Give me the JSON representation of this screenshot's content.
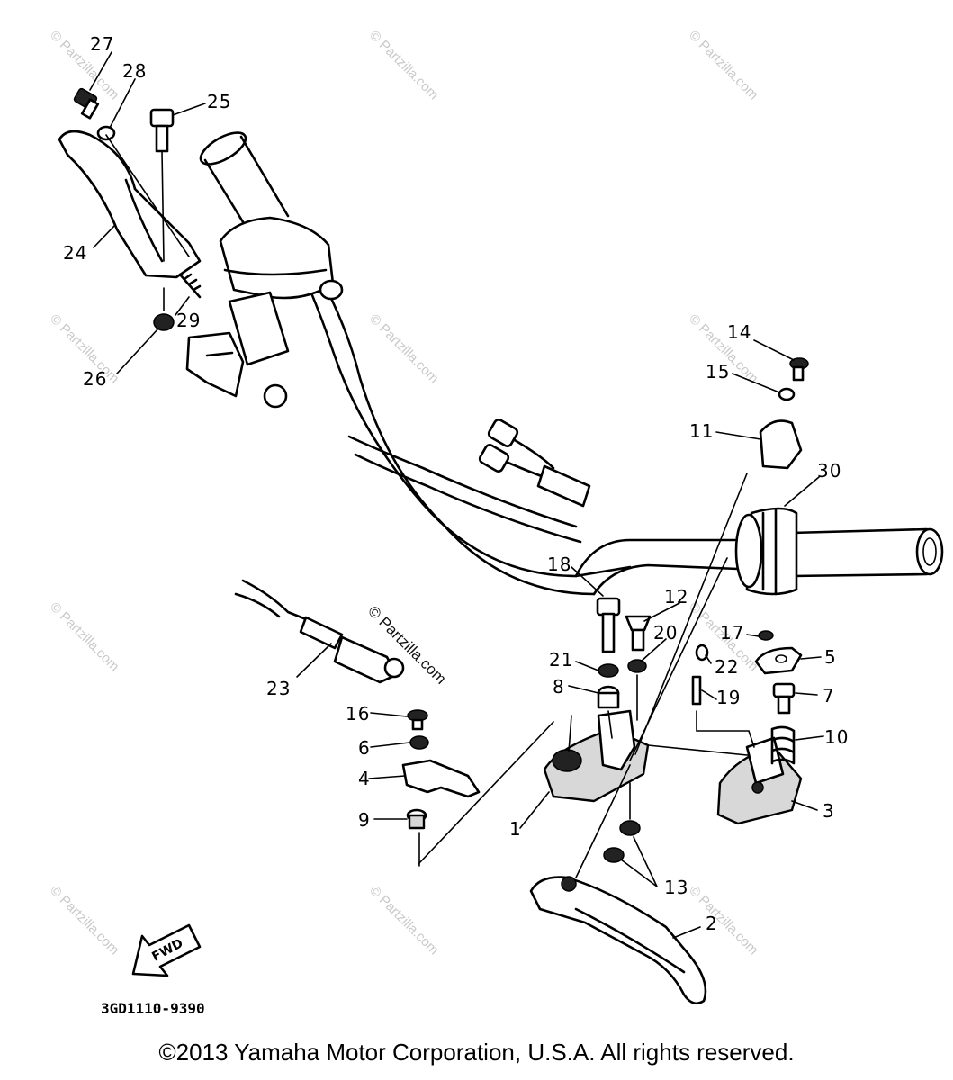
{
  "watermark_text": "© Partzilla.com",
  "fwd_label": "FWD",
  "diagram_code": "3GD1110-9390",
  "copyright": "©2013  Yamaha Motor Corporation, U.S.A. All rights reserved.",
  "callouts": [
    "1",
    "2",
    "3",
    "4",
    "5",
    "6",
    "7",
    "8",
    "9",
    "10",
    "11",
    "12",
    "13",
    "14",
    "15",
    "16",
    "17",
    "18",
    "19",
    "20",
    "21",
    "22",
    "23",
    "24",
    "25",
    "26",
    "27",
    "28",
    "29",
    "30"
  ]
}
